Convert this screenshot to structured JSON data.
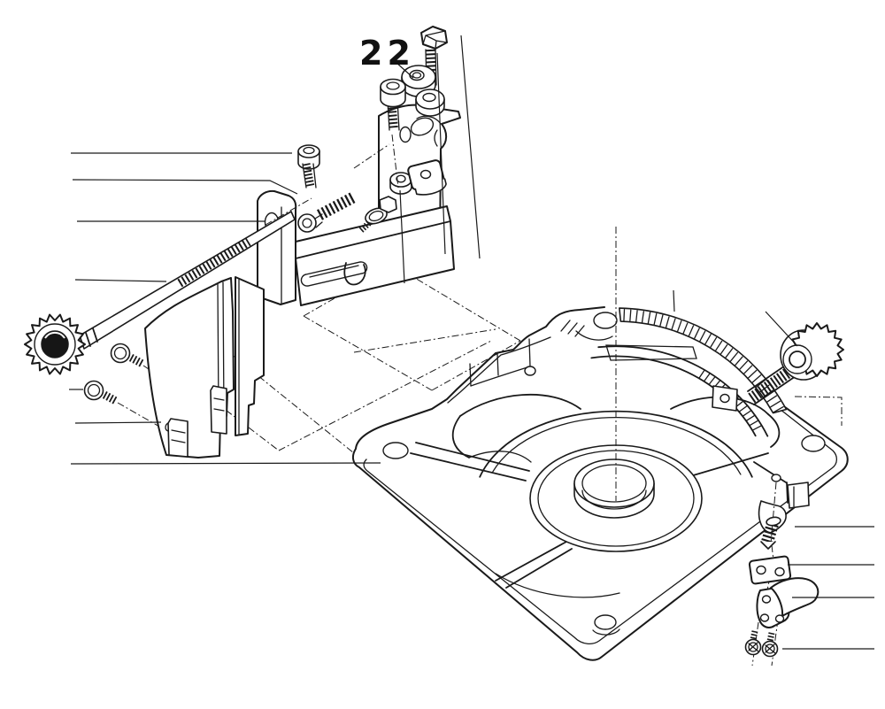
{
  "diagram": {
    "title_label": "22",
    "type": "exploded-parts-diagram",
    "background_color": "#ffffff",
    "line_color": "#1a1a1a",
    "callout_leader_count": 14,
    "parts": [
      {
        "name": "hex-head-bolt"
      },
      {
        "name": "hex-nut-upper"
      },
      {
        "name": "hex-nut-lower"
      },
      {
        "name": "socket-head-cap-screw"
      },
      {
        "name": "upper-mounting-bracket"
      },
      {
        "name": "socket-screw-left"
      },
      {
        "name": "compression-spring"
      },
      {
        "name": "hex-bolt-with-washer"
      },
      {
        "name": "hex-nut-small"
      },
      {
        "name": "square-nut"
      },
      {
        "name": "clamp-bracket"
      },
      {
        "name": "threaded-adjustment-rod"
      },
      {
        "name": "knurled-knob-left"
      },
      {
        "name": "thumb-screw-upper"
      },
      {
        "name": "thumb-screw-lower"
      },
      {
        "name": "chip-guard-cover"
      },
      {
        "name": "guard-clip-left"
      },
      {
        "name": "guard-clip-right"
      },
      {
        "name": "base-plate"
      },
      {
        "name": "angle-scale-arc"
      },
      {
        "name": "knurled-knob-right"
      },
      {
        "name": "spring-set-screw"
      },
      {
        "name": "clamp-block"
      },
      {
        "name": "latch-lever"
      },
      {
        "name": "pan-head-screw-left"
      },
      {
        "name": "pan-head-screw-right"
      }
    ]
  }
}
